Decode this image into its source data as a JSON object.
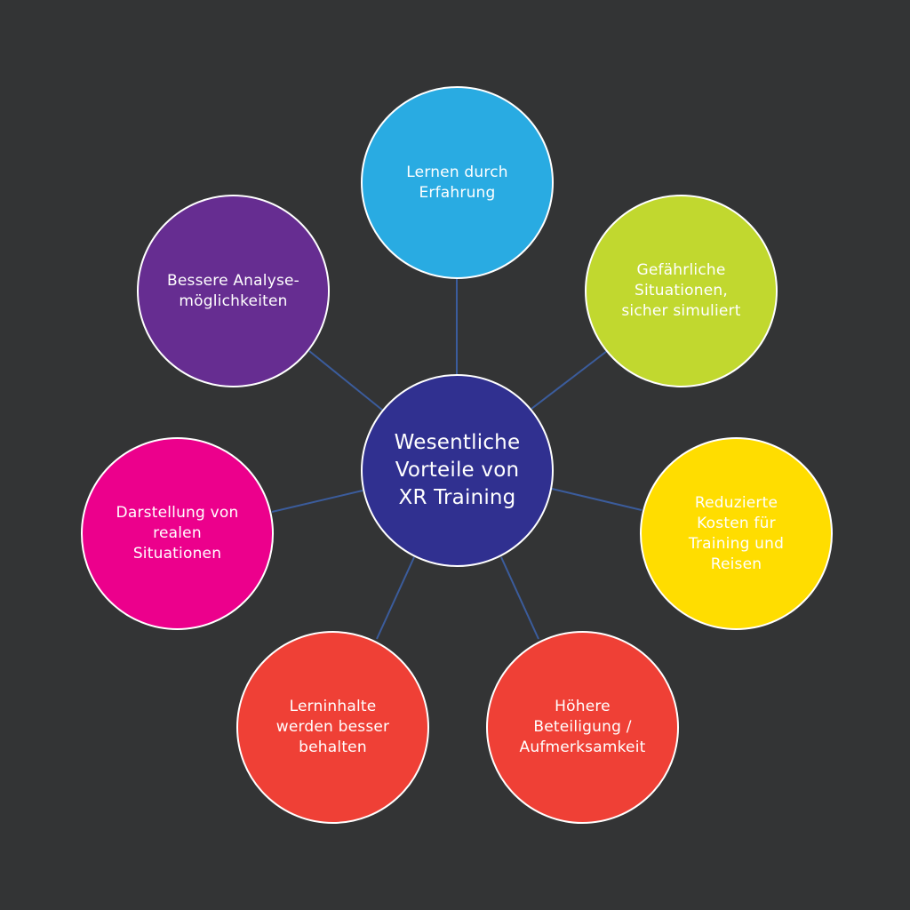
{
  "colors": {
    "background": "#333435",
    "connector": "#3b5c9c",
    "outline": "#ffffff",
    "text": "#ffffff"
  },
  "center": {
    "label": "Wesentliche\nVorteile von\nXR Training",
    "color": "#303090"
  },
  "nodes": [
    {
      "key": "top",
      "label": "Lernen durch\nErfahrung",
      "color": "#29abe2"
    },
    {
      "key": "tr",
      "label": "Gefährliche\nSituationen,\nsicher simuliert",
      "color": "#c1d82f"
    },
    {
      "key": "r",
      "label": "Reduzierte\nKosten für\nTraining und\nReisen",
      "color": "#ffdd00"
    },
    {
      "key": "br",
      "label": "Höhere\nBeteiligung /\nAufmerksamkeit",
      "color": "#ef4036"
    },
    {
      "key": "bl",
      "label": "Lerninhalte\nwerden besser\nbehalten",
      "color": "#ef4036"
    },
    {
      "key": "l",
      "label": "Darstellung von\nrealen\nSituationen",
      "color": "#ec008c"
    },
    {
      "key": "tl",
      "label": "Bessere Analyse-\nmöglichkeiten",
      "color": "#662d91"
    }
  ]
}
